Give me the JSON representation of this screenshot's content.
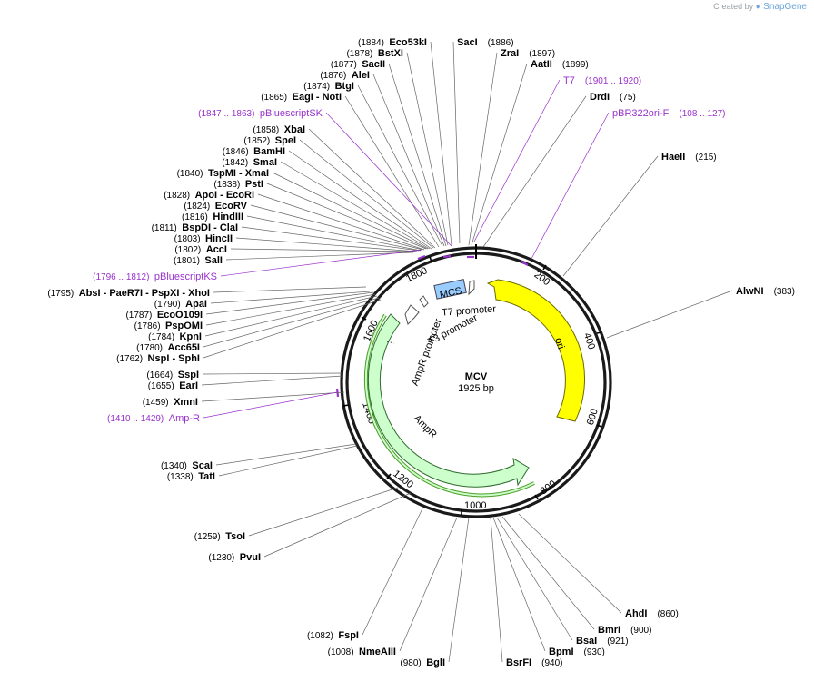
{
  "brand": {
    "prefix": "Created by",
    "name": "SnapGene"
  },
  "plasmid": {
    "name": "MCV",
    "size_label": "1925 bp",
    "length": 1925
  },
  "ticks": [
    "200",
    "400",
    "600",
    "800",
    "1000",
    "1200",
    "1400",
    "1600",
    "1800"
  ],
  "features": [
    {
      "name": "ori",
      "color": "#ffff00"
    },
    {
      "name": "AmpR",
      "color": "#ccffcc"
    },
    {
      "name": "AmpR promoter",
      "color": "#ffffff"
    },
    {
      "name": "T3 promoter",
      "color": "#ffffff"
    },
    {
      "name": "T7 promoter",
      "color": "#ffffff"
    },
    {
      "name": "MCS",
      "color": "#99ccff"
    }
  ],
  "sites": [
    {
      "name": "Eco53kI",
      "pos": "(1884)"
    },
    {
      "name": "SacI",
      "pos": "(1886)"
    },
    {
      "name": "BstXI",
      "pos": "(1878)"
    },
    {
      "name": "ZraI",
      "pos": "(1897)"
    },
    {
      "name": "SacII",
      "pos": "(1877)"
    },
    {
      "name": "AatII",
      "pos": "(1899)"
    },
    {
      "name": "AleI",
      "pos": "(1876)"
    },
    {
      "name": "BtgI",
      "pos": "(1874)"
    },
    {
      "name": "EagI  - NotI",
      "pos": "(1865)"
    },
    {
      "name": "DrdI",
      "pos": "(75)"
    },
    {
      "name": "XbaI",
      "pos": "(1858)"
    },
    {
      "name": "SpeI",
      "pos": "(1852)"
    },
    {
      "name": "BamHI",
      "pos": "(1846)"
    },
    {
      "name": "SmaI",
      "pos": "(1842)"
    },
    {
      "name": "TspMI  - XmaI",
      "pos": "(1840)"
    },
    {
      "name": "PstI",
      "pos": "(1838)"
    },
    {
      "name": "ApoI  - EcoRI",
      "pos": "(1828)"
    },
    {
      "name": "EcoRV",
      "pos": "(1824)"
    },
    {
      "name": "HindIII",
      "pos": "(1816)"
    },
    {
      "name": "BspDI  - ClaI",
      "pos": "(1811)"
    },
    {
      "name": "HincII",
      "pos": "(1803)"
    },
    {
      "name": "AccI",
      "pos": "(1802)"
    },
    {
      "name": "SalI",
      "pos": "(1801)"
    },
    {
      "name": "HaeII",
      "pos": "(215)"
    },
    {
      "name": "AbsI  - PaeR7I  - PspXI  - XhoI",
      "pos": "(1795)"
    },
    {
      "name": "ApaI",
      "pos": "(1790)"
    },
    {
      "name": "EcoO109I",
      "pos": "(1787)"
    },
    {
      "name": "PspOMI",
      "pos": "(1786)"
    },
    {
      "name": "KpnI",
      "pos": "(1784)"
    },
    {
      "name": "Acc65I",
      "pos": "(1780)"
    },
    {
      "name": "NspI  - SphI",
      "pos": "(1762)"
    },
    {
      "name": "SspI",
      "pos": "(1664)"
    },
    {
      "name": "EarI",
      "pos": "(1655)"
    },
    {
      "name": "XmnI",
      "pos": "(1459)"
    },
    {
      "name": "AlwNI",
      "pos": "(383)"
    },
    {
      "name": "ScaI",
      "pos": "(1340)"
    },
    {
      "name": "TatI",
      "pos": "(1338)"
    },
    {
      "name": "TsoI",
      "pos": "(1259)"
    },
    {
      "name": "PvuI",
      "pos": "(1230)"
    },
    {
      "name": "AhdI",
      "pos": "(860)"
    },
    {
      "name": "BmrI",
      "pos": "(900)"
    },
    {
      "name": "BsaI",
      "pos": "(921)"
    },
    {
      "name": "BpmI",
      "pos": "(930)"
    },
    {
      "name": "BsrFI",
      "pos": "(940)"
    },
    {
      "name": "BglI",
      "pos": "(980)"
    },
    {
      "name": "NmeAIII",
      "pos": "(1008)"
    },
    {
      "name": "FspI",
      "pos": "(1082)"
    }
  ],
  "primers": [
    {
      "name": "T7",
      "pos": "(1901 .. 1920)"
    },
    {
      "name": "pBR322ori-F",
      "pos": "(108 .. 127)"
    },
    {
      "name": "pBluescriptSK",
      "pos": "(1847 .. 1863)"
    },
    {
      "name": "pBluescriptKS",
      "pos": "(1796 .. 1812)"
    },
    {
      "name": "Amp-R",
      "pos": "(1410 .. 1429)"
    }
  ]
}
